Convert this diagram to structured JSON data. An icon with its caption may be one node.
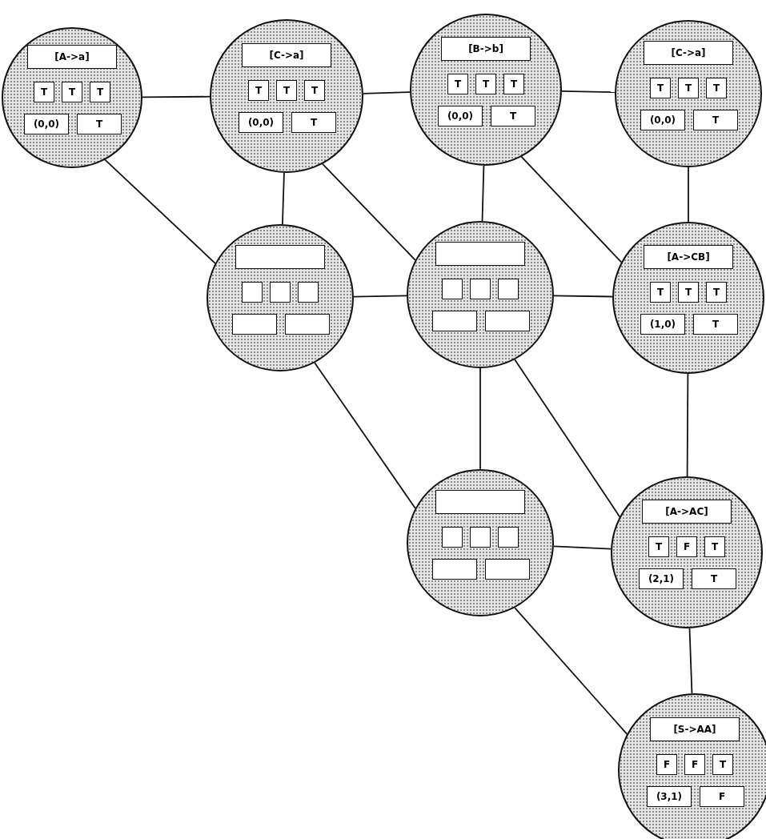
{
  "diagram": {
    "nodes": [
      {
        "text": [],
        "shape": "circle"
      },
      {
        "text": [
          "[A->a]"
        ],
        "in": 0
      },
      {
        "text": [
          "T"
        ],
        "in": 0
      },
      {
        "text": [
          "T"
        ],
        "in": 0
      },
      {
        "text": [
          "T"
        ],
        "in": 0
      },
      {
        "text": [
          "(0,0)"
        ],
        "in": 0
      },
      {
        "text": [
          "T"
        ],
        "in": 0
      },
      {
        "text": [],
        "shape": "circle"
      },
      {
        "text": [
          "[C->a]"
        ],
        "in": 7
      },
      {
        "text": [
          "T"
        ],
        "in": 7
      },
      {
        "text": [
          "T"
        ],
        "in": 7
      },
      {
        "text": [
          "T"
        ],
        "in": 7
      },
      {
        "text": [
          "(0,0)"
        ],
        "in": 7
      },
      {
        "text": [
          "T"
        ],
        "in": 7
      },
      {
        "text": [],
        "shape": "circle"
      },
      {
        "text": [
          "[B->b]"
        ],
        "in": 14
      },
      {
        "text": [
          "T"
        ],
        "in": 14
      },
      {
        "text": [
          "T"
        ],
        "in": 14
      },
      {
        "text": [
          "T"
        ],
        "in": 14
      },
      {
        "text": [
          "(0,0)"
        ],
        "in": 14
      },
      {
        "text": [
          "T"
        ],
        "in": 14
      },
      {
        "text": [],
        "shape": "circle"
      },
      {
        "text": [
          "[C->a]"
        ],
        "in": 21
      },
      {
        "text": [
          "T"
        ],
        "in": 21
      },
      {
        "text": [
          "T"
        ],
        "in": 21
      },
      {
        "text": [
          "T"
        ],
        "in": 21
      },
      {
        "text": [
          "(0,0)"
        ],
        "in": 21
      },
      {
        "text": [
          "T"
        ],
        "in": 21
      },
      {
        "text": [],
        "shape": "circle"
      },
      {
        "text": [],
        "shape": "box",
        "in": 28
      },
      {
        "text": [],
        "shape": "box",
        "in": 28
      },
      {
        "text": [],
        "shape": "box",
        "in": 28
      },
      {
        "text": [],
        "shape": "box",
        "in": 28
      },
      {
        "text": [],
        "shape": "box",
        "in": 28
      },
      {
        "text": [],
        "shape": "box",
        "in": 28
      },
      {
        "text": [],
        "shape": "circle"
      },
      {
        "text": [],
        "shape": "box",
        "in": 35
      },
      {
        "text": [],
        "shape": "box",
        "in": 35
      },
      {
        "text": [],
        "shape": "box",
        "in": 35
      },
      {
        "text": [],
        "shape": "box",
        "in": 35
      },
      {
        "text": [],
        "shape": "box",
        "in": 35
      },
      {
        "text": [],
        "shape": "box",
        "in": 35
      },
      {
        "text": [],
        "shape": "circle"
      },
      {
        "text": [
          "[A->CB]"
        ],
        "in": 42
      },
      {
        "text": [
          "T"
        ],
        "in": 42
      },
      {
        "text": [
          "T"
        ],
        "in": 42
      },
      {
        "text": [
          "T"
        ],
        "in": 42
      },
      {
        "text": [
          "(1,0)"
        ],
        "in": 42
      },
      {
        "text": [
          "T"
        ],
        "in": 42
      },
      {
        "text": [],
        "shape": "circle"
      },
      {
        "text": [],
        "shape": "box",
        "in": 49
      },
      {
        "text": [],
        "shape": "box",
        "in": 49
      },
      {
        "text": [],
        "shape": "box",
        "in": 49
      },
      {
        "text": [],
        "shape": "box",
        "in": 49
      },
      {
        "text": [],
        "shape": "box",
        "in": 49
      },
      {
        "text": [],
        "shape": "box",
        "in": 49
      },
      {
        "text": [],
        "shape": "circle"
      },
      {
        "text": [
          "[A->AC]"
        ],
        "in": 56
      },
      {
        "text": [
          "T"
        ],
        "in": 56
      },
      {
        "text": [
          "F"
        ],
        "in": 56
      },
      {
        "text": [
          "T"
        ],
        "in": 56
      },
      {
        "text": [
          "(2,1)"
        ],
        "in": 56
      },
      {
        "text": [
          "T"
        ],
        "in": 56
      },
      {
        "text": [],
        "shape": "circle"
      },
      {
        "text": [
          "[S->AA]"
        ],
        "in": 63
      },
      {
        "text": [
          "F"
        ],
        "in": 63
      },
      {
        "text": [
          "F"
        ],
        "in": 63
      },
      {
        "text": [
          "T"
        ],
        "in": 63
      },
      {
        "text": [
          "(3,1)"
        ],
        "in": 63
      },
      {
        "text": [
          "F"
        ],
        "in": 63
      }
    ],
    "edges": [
      {
        "from": 0,
        "to": 7,
        "arrow": "none"
      },
      {
        "from": 7,
        "to": 14,
        "arrow": "none"
      },
      {
        "from": 14,
        "to": 21,
        "arrow": "none"
      },
      {
        "from": 0,
        "to": 28,
        "arrow": "none"
      },
      {
        "from": 7,
        "to": 28,
        "arrow": "none"
      },
      {
        "from": 7,
        "to": 35,
        "arrow": "none"
      },
      {
        "from": 14,
        "to": 35,
        "arrow": "none"
      },
      {
        "from": 14,
        "to": 42,
        "arrow": "none"
      },
      {
        "from": 21,
        "to": 42,
        "arrow": "none"
      },
      {
        "from": 28,
        "to": 35,
        "arrow": "none"
      },
      {
        "from": 35,
        "to": 42,
        "arrow": "none"
      },
      {
        "from": 28,
        "to": 49,
        "arrow": "none"
      },
      {
        "from": 35,
        "to": 49,
        "arrow": "none"
      },
      {
        "from": 35,
        "to": 56,
        "arrow": "none"
      },
      {
        "from": 42,
        "to": 56,
        "arrow": "none"
      },
      {
        "from": 49,
        "to": 56,
        "arrow": "none"
      },
      {
        "from": 49,
        "to": 63,
        "arrow": "none"
      },
      {
        "from": 56,
        "to": 63,
        "arrow": "none"
      }
    ]
  }
}
